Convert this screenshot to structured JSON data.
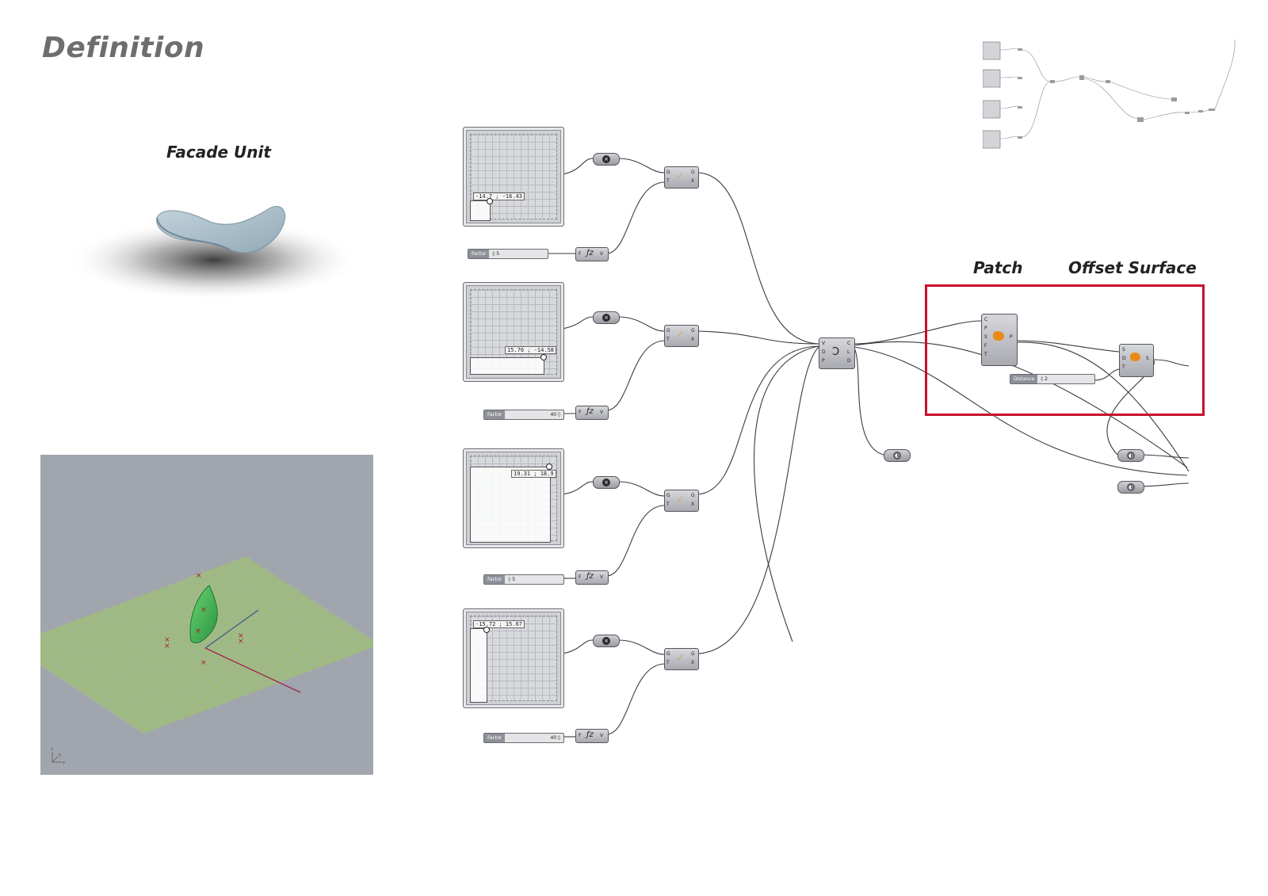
{
  "page": {
    "title": "Definition",
    "facade_label": "Facade Unit",
    "patch_label": "Patch",
    "offset_label": "Offset Surface"
  },
  "pads": [
    {
      "coord": "-14.7 ; -16.43"
    },
    {
      "coord": "15.76 ; -14.58"
    },
    {
      "coord": "19.31 ; 18.9"
    },
    {
      "coord": "-15.72 ; 15.67"
    }
  ],
  "sliders": [
    {
      "name": "Factor",
      "value": "◊ 5"
    },
    {
      "name": "Factor",
      "value": "40 ◊"
    },
    {
      "name": "Factor",
      "value": "◊ 5"
    },
    {
      "name": "Factor",
      "value": "40 ◊"
    },
    {
      "name": "Distance",
      "value": "◊ 2"
    }
  ],
  "nodes": {
    "graph_mapper": {
      "in1": "G",
      "in2": "T",
      "out1": "G",
      "out2": "X"
    },
    "multiply": {
      "in1": "F",
      "out1": "V"
    },
    "merge": {
      "in1": "V",
      "in2": "D",
      "in3": "P",
      "out1": "C",
      "out2": "L",
      "out3": "D"
    },
    "patch": {
      "in1": "C",
      "in2": "P",
      "in3": "S",
      "in4": "F",
      "in5": "T",
      "out1": "P"
    },
    "offset": {
      "in1": "S",
      "in2": "D",
      "in3": "T",
      "out1": "S"
    }
  },
  "icons": {
    "unit_render": "saddle-surface",
    "viewport": "rhino-perspective-viewport",
    "patch": "patch-icon",
    "offset": "offset-surface-icon"
  },
  "colors": {
    "highlight": "#c8102e",
    "viewport_bg": "#a1a5ad",
    "surface_green": "#3cb44b",
    "unit_blue": "#a9bfcc"
  }
}
